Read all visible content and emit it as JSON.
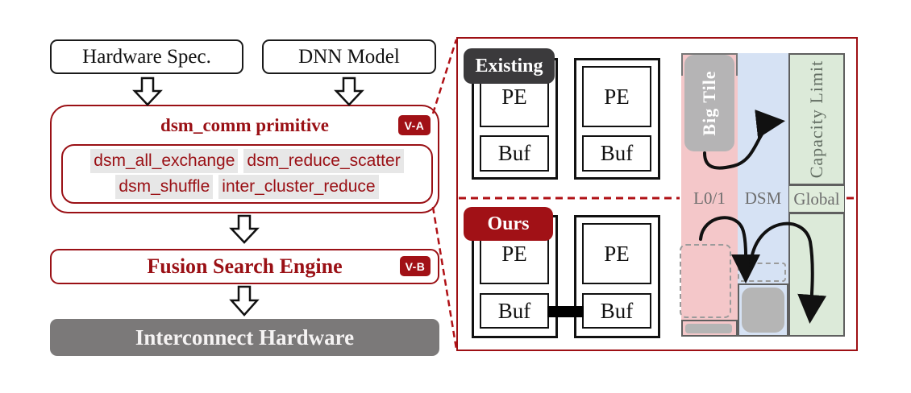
{
  "figure": "dsm_comm framework overview diagram",
  "colors": {
    "dark_red": "#9a1015",
    "panel_border_red": "#9e1014",
    "divider_red": "#b01116",
    "badge_red": "#a11116",
    "existing_gray": "#3b3a3c",
    "interconnect_gray": "#7b7979",
    "token_highlight_gray": "#e7e7e7",
    "l01_pink": "#f4c7c9",
    "dsm_blue": "#d6e2f4",
    "global_green": "#dcead9",
    "tile_gray": "#b5b4b5",
    "box_border_gray": "#5f5f5f"
  },
  "flowchart": {
    "hardware_spec_label": "Hardware Spec.",
    "dnn_model_label": "DNN Model",
    "dsm_comm": {
      "title": "dsm_comm primitive",
      "badge": "V-A",
      "primitives": [
        "dsm_all_exchange",
        "dsm_reduce_scatter",
        "dsm_shuffle",
        "inter_cluster_reduce"
      ]
    },
    "fusion": {
      "title": "Fusion Search Engine",
      "badge": "V-B"
    },
    "interconnect": {
      "title": "Interconnect Hardware"
    }
  },
  "panel": {
    "existing_label": "Existing",
    "ours_label": "Ours",
    "pe_label": "PE",
    "buf_label": "Buf",
    "big_tile_label": "Big Tile",
    "capacity_limit_label": "Capacity Limit",
    "memory_levels": [
      "L0/1",
      "DSM",
      "Global"
    ]
  }
}
